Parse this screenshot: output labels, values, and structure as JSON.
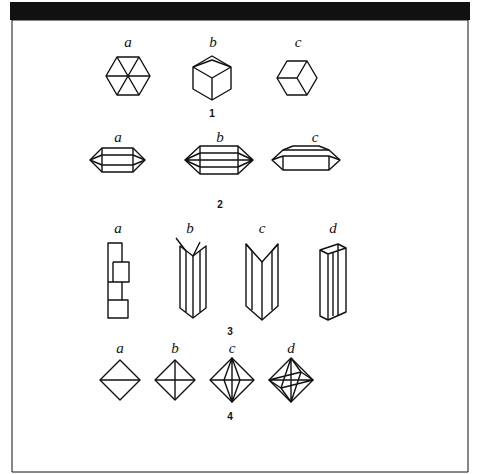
{
  "diagram": {
    "labels": [
      "a",
      "b",
      "c",
      "1",
      "a",
      "b",
      "c",
      "2",
      "a",
      "b",
      "c",
      "d",
      "3",
      "a",
      "b",
      "c",
      "d",
      "4"
    ]
  }
}
